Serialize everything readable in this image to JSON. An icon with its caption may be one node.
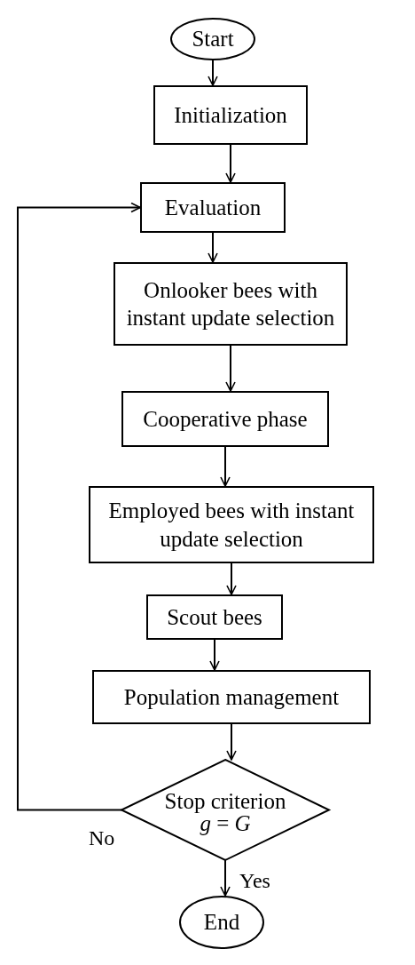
{
  "diagram": {
    "nodes": [
      {
        "text": [
          "Start"
        ]
      },
      {
        "text": [
          "Initialization"
        ]
      },
      {
        "text": [
          "Evaluation"
        ]
      },
      {
        "text": [
          "Onlooker bees with instant update selection"
        ]
      },
      {
        "text": [
          "Cooperative phase"
        ]
      },
      {
        "text": [
          "Employed bees with instant update selection"
        ]
      },
      {
        "text": [
          "Scout bees"
        ]
      },
      {
        "text": [
          "Population management"
        ]
      },
      {
        "text": [
          "Stop criterion",
          "*g* = *G*"
        ]
      },
      {
        "text": [
          "End"
        ]
      }
    ],
    "edges": [
      {
        "from": 0,
        "to": 1,
        "arrow": "to"
      },
      {
        "from": 1,
        "to": 2,
        "arrow": "to"
      },
      {
        "from": 2,
        "to": 3,
        "arrow": "to"
      },
      {
        "from": 3,
        "to": 4,
        "arrow": "to"
      },
      {
        "from": 4,
        "to": 5,
        "arrow": "to"
      },
      {
        "from": 5,
        "to": 6,
        "arrow": "to"
      },
      {
        "from": 6,
        "to": 7,
        "arrow": "to"
      },
      {
        "from": 7,
        "to": 8,
        "arrow": "to"
      },
      {
        "from": 8,
        "to": 9,
        "arrow": "to",
        "label": "Yes"
      },
      {
        "from": 8,
        "to": 2,
        "arrow": "to",
        "label": "No"
      }
    ]
  }
}
